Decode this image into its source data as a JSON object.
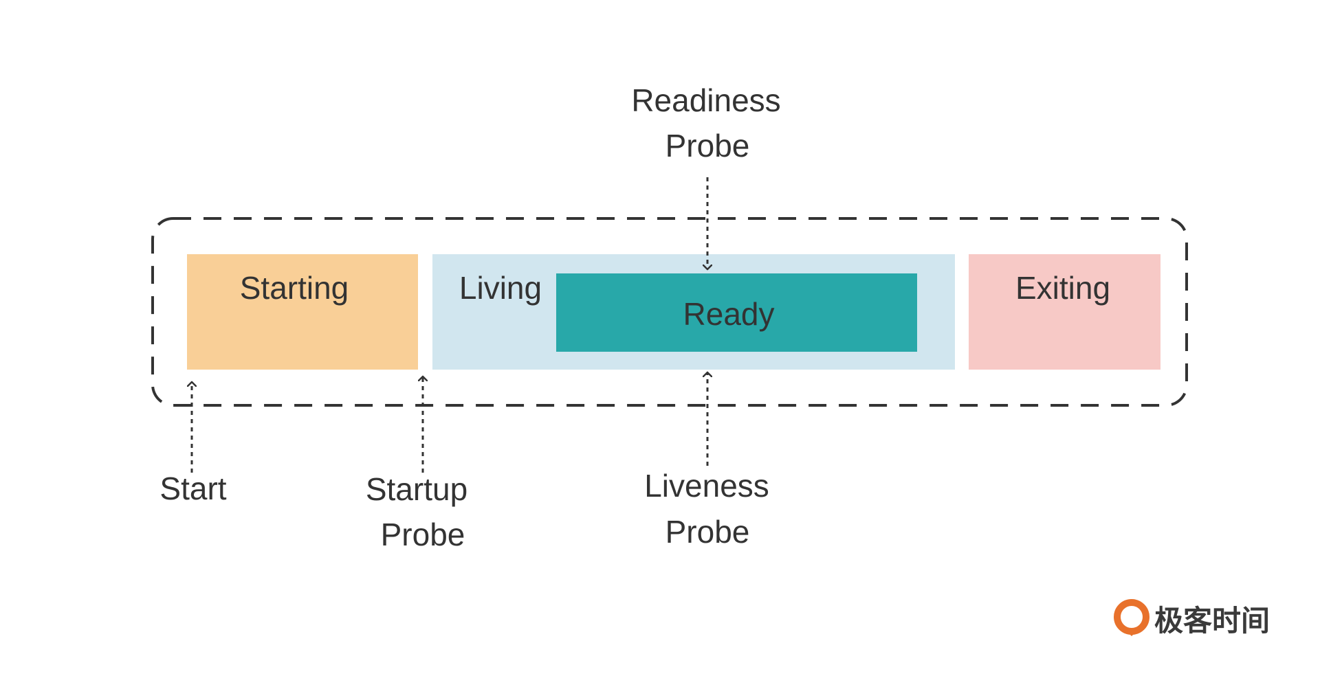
{
  "diagram": {
    "states": {
      "starting": {
        "label": "Starting"
      },
      "living": {
        "label": "Living"
      },
      "ready": {
        "label": "Ready"
      },
      "exiting": {
        "label": "Exiting"
      }
    },
    "probes": {
      "readiness": {
        "line1": "Readiness",
        "line2": "Probe"
      },
      "start": {
        "label": "Start"
      },
      "startup": {
        "line1": "Startup",
        "line2": "Probe"
      },
      "liveness": {
        "line1": "Liveness",
        "line2": "Probe"
      }
    }
  },
  "brand": {
    "name": "极客时间",
    "icon": "geektime-logo-icon"
  },
  "colors": {
    "starting": "#f9cf97",
    "living": "#d1e6ef",
    "ready": "#28a8a9",
    "exiting": "#f7c9c6",
    "border": "#333333",
    "logo_orange": "#e8712b"
  }
}
